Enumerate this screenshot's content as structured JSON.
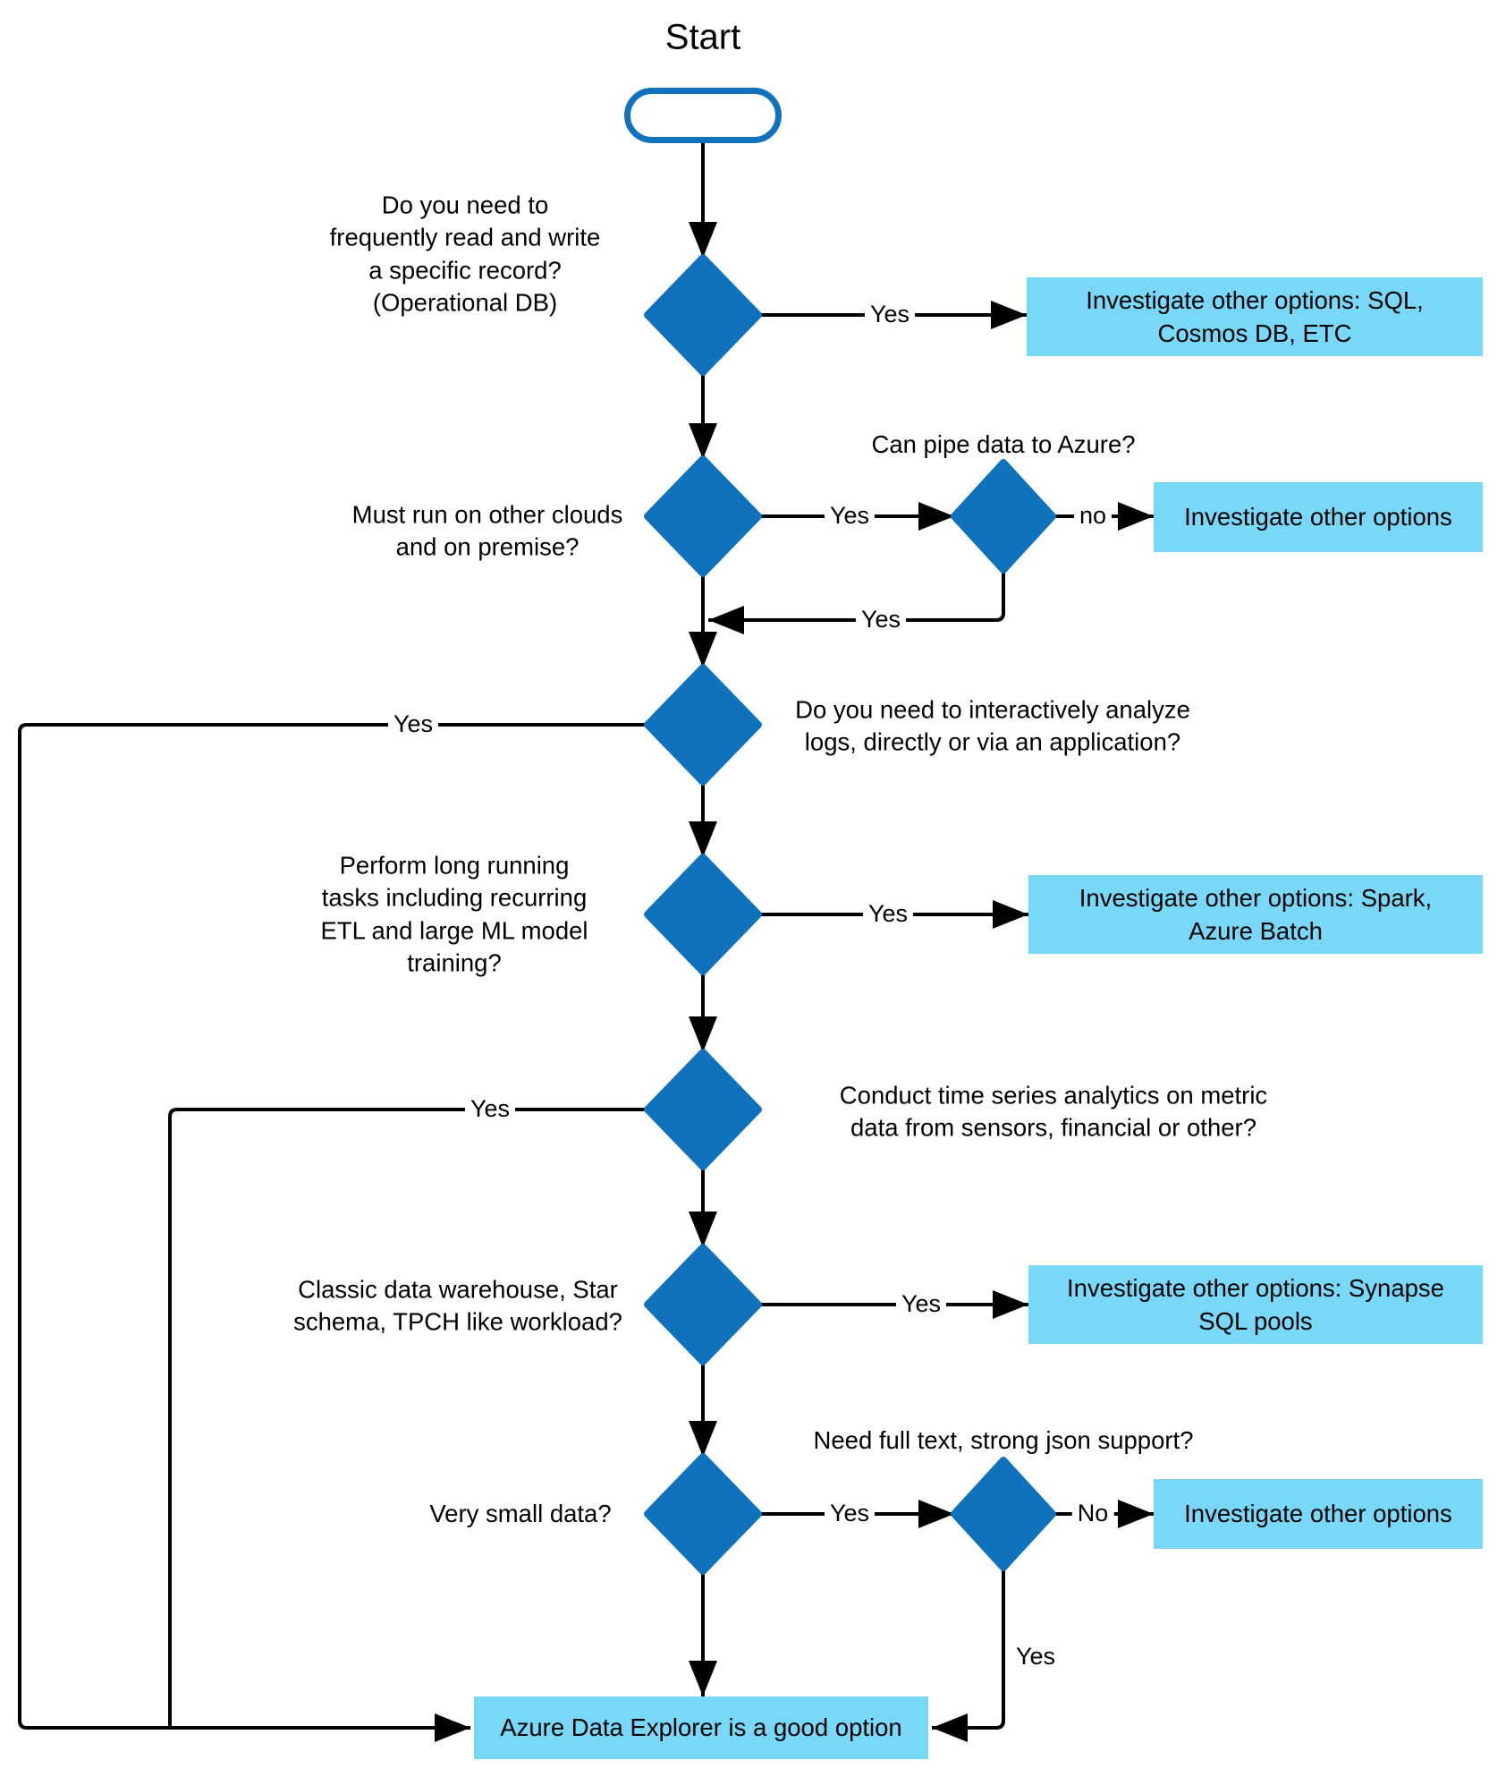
{
  "colors": {
    "diamond-fill": "#1072BC",
    "box-fill": "#79D7F8",
    "stadium-border": "#1072BC",
    "line": "#000000",
    "text": "#000000"
  },
  "nodes": {
    "start": {
      "label": "Start"
    },
    "q_operational": {
      "lines": [
        "Do you need to",
        "frequently read and write",
        "a specific record?",
        "(Operational DB)"
      ]
    },
    "q_clouds": {
      "lines": [
        "Must run on other clouds",
        "and on premise?"
      ]
    },
    "q_pipe": {
      "label": "Can pipe data to Azure?"
    },
    "q_logs": {
      "lines": [
        "Do you need to interactively analyze",
        "logs, directly or via an application?"
      ]
    },
    "q_longrunning": {
      "lines": [
        "Perform long running",
        "tasks including recurring",
        "ETL and large ML model",
        "training?"
      ]
    },
    "q_timeseries": {
      "lines": [
        "Conduct time series analytics on metric",
        "data from sensors, financial or other?"
      ]
    },
    "q_warehouse": {
      "lines": [
        "Classic data warehouse, Star",
        "schema, TPCH like workload?"
      ]
    },
    "q_smalldata": {
      "label": "Very small data?"
    },
    "q_json": {
      "label": "Need full text, strong json support?"
    },
    "out_sql": {
      "lines": [
        "Investigate other options: SQL,",
        "Cosmos DB, ETC"
      ]
    },
    "out_other_clouds": {
      "label": "Investigate other options"
    },
    "out_spark": {
      "lines": [
        "Investigate other options: Spark,",
        "Azure Batch"
      ]
    },
    "out_synapse": {
      "lines": [
        "Investigate other options: Synapse",
        "SQL pools"
      ]
    },
    "out_other_json": {
      "label": "Investigate other options"
    },
    "out_adx": {
      "label": "Azure Data Explorer is a good option"
    }
  },
  "edge_labels": {
    "operational_yes": "Yes",
    "clouds_yes": "Yes",
    "pipe_no": "no",
    "pipe_yes": "Yes",
    "logs_yes": "Yes",
    "longrunning_yes": "Yes",
    "timeseries_yes": "Yes",
    "warehouse_yes": "Yes",
    "smalldata_yes": "Yes",
    "json_no": "No",
    "json_yes": "Yes"
  }
}
